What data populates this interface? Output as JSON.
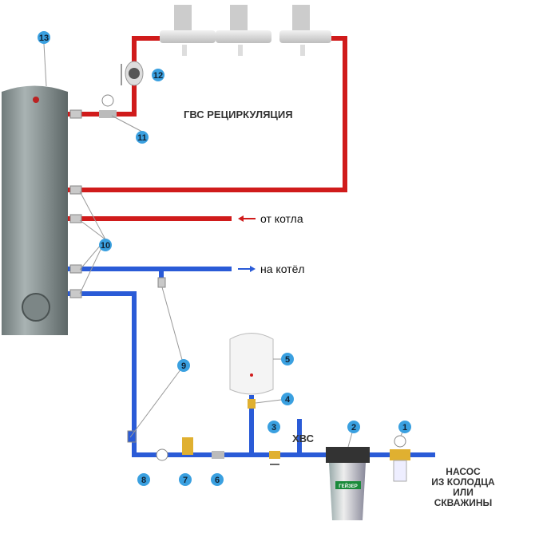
{
  "title": "ГВС РЕЦИРКУЛЯЦИЯ",
  "from_boiler": "от котла",
  "to_boiler": "на котёл",
  "cold_water": "ХВС",
  "source_lines": [
    "НАСОС",
    "ИЗ КОЛОДЦА",
    "ИЛИ",
    "СКВАЖИНЫ"
  ],
  "filter_brand": "ГЕЙЗЕР",
  "markers": [
    "1",
    "2",
    "3",
    "4",
    "5",
    "6",
    "7",
    "8",
    "9",
    "10",
    "11",
    "12",
    "13"
  ],
  "colors": {
    "hot": "#d01b1b",
    "cold": "#2a5bd7",
    "marker": "#3aa0e0",
    "tank": "#8a9595"
  }
}
